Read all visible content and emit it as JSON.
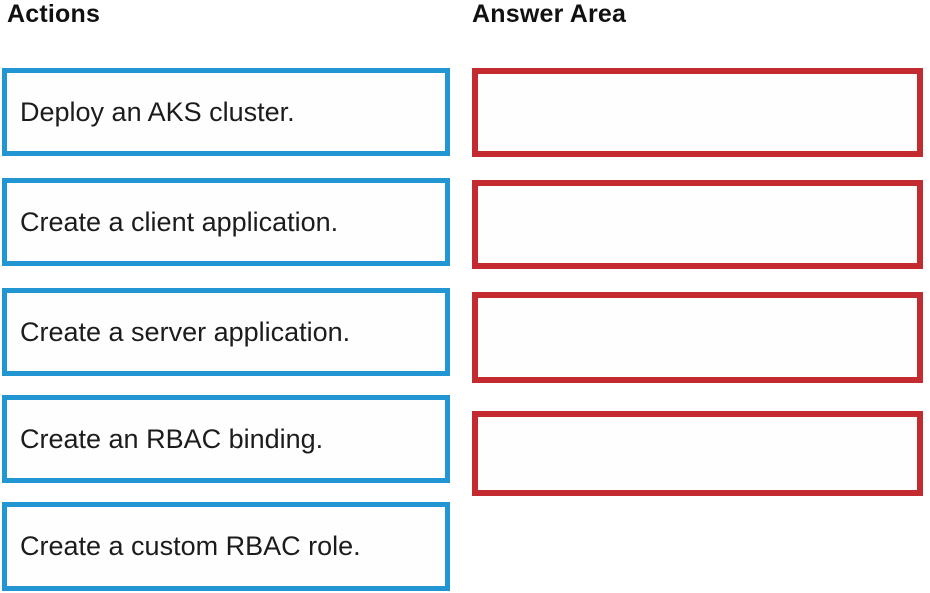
{
  "headers": {
    "actions": "Actions",
    "answer_area": "Answer Area"
  },
  "actions": [
    {
      "label": "Deploy an AKS cluster."
    },
    {
      "label": "Create a client application."
    },
    {
      "label": "Create a server application."
    },
    {
      "label": "Create an RBAC binding."
    },
    {
      "label": "Create a custom RBAC role."
    }
  ],
  "answer_slots": [
    {
      "label": ""
    },
    {
      "label": ""
    },
    {
      "label": ""
    },
    {
      "label": ""
    }
  ],
  "colors": {
    "action_border": "#2196d3",
    "answer_border": "#c32b30",
    "text": "#1c1c1c",
    "header_text": "#111111"
  }
}
